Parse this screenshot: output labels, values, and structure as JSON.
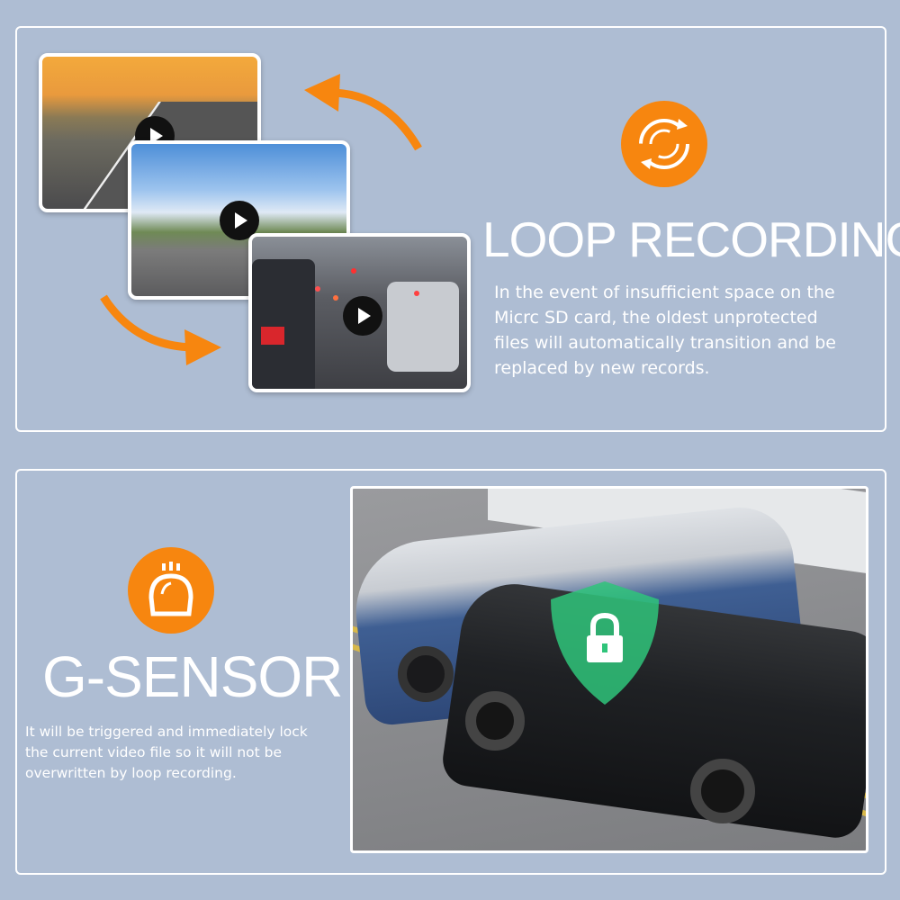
{
  "loop_recording": {
    "title": "LOOP RECORDING",
    "icon": "loop-arrows-icon",
    "description": [
      "In the event of insufficient space on the",
      "Micrc SD card, the oldest unprotected",
      "files will automatically transition and be",
      "replaced by new records."
    ]
  },
  "g_sensor": {
    "title": "G-SENSOR",
    "icon": "g-sensor-icon",
    "description": [
      "It will be triggered and immediately lock",
      "the current video file so it will not be",
      "overwritten by loop recording."
    ]
  },
  "colors": {
    "background": "#aebdd3",
    "accent": "#f7860f",
    "shield": "#2fc47a"
  }
}
